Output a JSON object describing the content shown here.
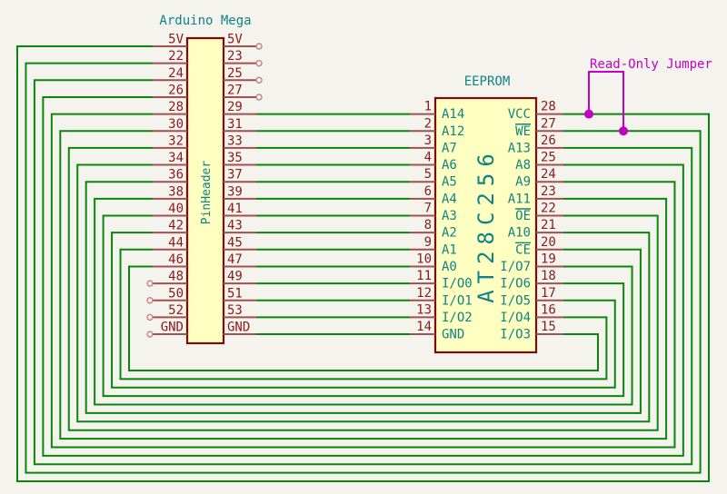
{
  "colors": {
    "bg": "#F4F3EE",
    "wire": "#0A870A",
    "pin": "#A05050",
    "red": "#8B1A1A",
    "teal": "#0E8484",
    "magenta": "#C400C4",
    "body_fill": "#FFFFC2",
    "body_stroke": "#7E0B0B",
    "circle": "#C98080"
  },
  "arduino": {
    "title": "Arduino Mega",
    "part_label": "PinHeader",
    "rows": [
      {
        "left": "5V",
        "right": "5V"
      },
      {
        "left": "22",
        "right": "23"
      },
      {
        "left": "24",
        "right": "25"
      },
      {
        "left": "26",
        "right": "27"
      },
      {
        "left": "28",
        "right": "29"
      },
      {
        "left": "30",
        "right": "31"
      },
      {
        "left": "32",
        "right": "33"
      },
      {
        "left": "34",
        "right": "35"
      },
      {
        "left": "36",
        "right": "37"
      },
      {
        "left": "38",
        "right": "39"
      },
      {
        "left": "40",
        "right": "41"
      },
      {
        "left": "42",
        "right": "43"
      },
      {
        "left": "44",
        "right": "45"
      },
      {
        "left": "46",
        "right": "47"
      },
      {
        "left": "48",
        "right": "49"
      },
      {
        "left": "50",
        "right": "51"
      },
      {
        "left": "52",
        "right": "53"
      },
      {
        "left": "GND",
        "right": "GND"
      }
    ],
    "unconnected_left_pins": [
      "48",
      "50",
      "52",
      "GND"
    ],
    "unconnected_right_pins": [
      "5V",
      "23",
      "25",
      "27"
    ]
  },
  "eeprom": {
    "title": "EEPROM",
    "part_label": "AT28C256",
    "pins": [
      {
        "left_num": "1",
        "left_name": "A14",
        "right_num": "28",
        "right_name": "VCC",
        "right_overline": false
      },
      {
        "left_num": "2",
        "left_name": "A12",
        "right_num": "27",
        "right_name": "WE",
        "right_overline": true
      },
      {
        "left_num": "3",
        "left_name": "A7",
        "right_num": "26",
        "right_name": "A13",
        "right_overline": false
      },
      {
        "left_num": "4",
        "left_name": "A6",
        "right_num": "25",
        "right_name": "A8",
        "right_overline": false
      },
      {
        "left_num": "5",
        "left_name": "A5",
        "right_num": "24",
        "right_name": "A9",
        "right_overline": false
      },
      {
        "left_num": "6",
        "left_name": "A4",
        "right_num": "23",
        "right_name": "A11",
        "right_overline": false
      },
      {
        "left_num": "7",
        "left_name": "A3",
        "right_num": "22",
        "right_name": "OE",
        "right_overline": true
      },
      {
        "left_num": "8",
        "left_name": "A2",
        "right_num": "21",
        "right_name": "A10",
        "right_overline": false
      },
      {
        "left_num": "9",
        "left_name": "A1",
        "right_num": "20",
        "right_name": "CE",
        "right_overline": true
      },
      {
        "left_num": "10",
        "left_name": "A0",
        "right_num": "19",
        "right_name": "I/O7",
        "right_overline": false
      },
      {
        "left_num": "11",
        "left_name": "I/O0",
        "right_num": "18",
        "right_name": "I/O6",
        "right_overline": false
      },
      {
        "left_num": "12",
        "left_name": "I/O1",
        "right_num": "17",
        "right_name": "I/O5",
        "right_overline": false
      },
      {
        "left_num": "13",
        "left_name": "I/O2",
        "right_num": "16",
        "right_name": "I/O4",
        "right_overline": false
      },
      {
        "left_num": "14",
        "left_name": "GND",
        "right_num": "15",
        "right_name": "I/O3",
        "right_overline": false
      }
    ]
  },
  "jumper": {
    "label": "Read-Only Jumper",
    "connects": [
      "VCC",
      "WE"
    ]
  },
  "connections": {
    "arduino_left_to_eeprom_right": [
      [
        "5V",
        "VCC"
      ],
      [
        "22",
        "WE"
      ],
      [
        "24",
        "A13"
      ],
      [
        "26",
        "A8"
      ],
      [
        "28",
        "A9"
      ],
      [
        "30",
        "A11"
      ],
      [
        "32",
        "OE"
      ],
      [
        "34",
        "A10"
      ],
      [
        "36",
        "CE"
      ],
      [
        "38",
        "I/O7"
      ],
      [
        "40",
        "I/O6"
      ],
      [
        "42",
        "I/O5"
      ],
      [
        "44",
        "I/O4"
      ],
      [
        "46",
        "I/O3"
      ]
    ],
    "arduino_right_to_eeprom_left": [
      [
        "29",
        "1"
      ],
      [
        "31",
        "2"
      ],
      [
        "33",
        "3"
      ],
      [
        "35",
        "4"
      ],
      [
        "37",
        "5"
      ],
      [
        "39",
        "6"
      ],
      [
        "41",
        "7"
      ],
      [
        "43",
        "8"
      ],
      [
        "45",
        "9"
      ],
      [
        "47",
        "10"
      ],
      [
        "49",
        "11"
      ],
      [
        "51",
        "12"
      ],
      [
        "53",
        "13"
      ],
      [
        "GND",
        "14"
      ]
    ]
  }
}
